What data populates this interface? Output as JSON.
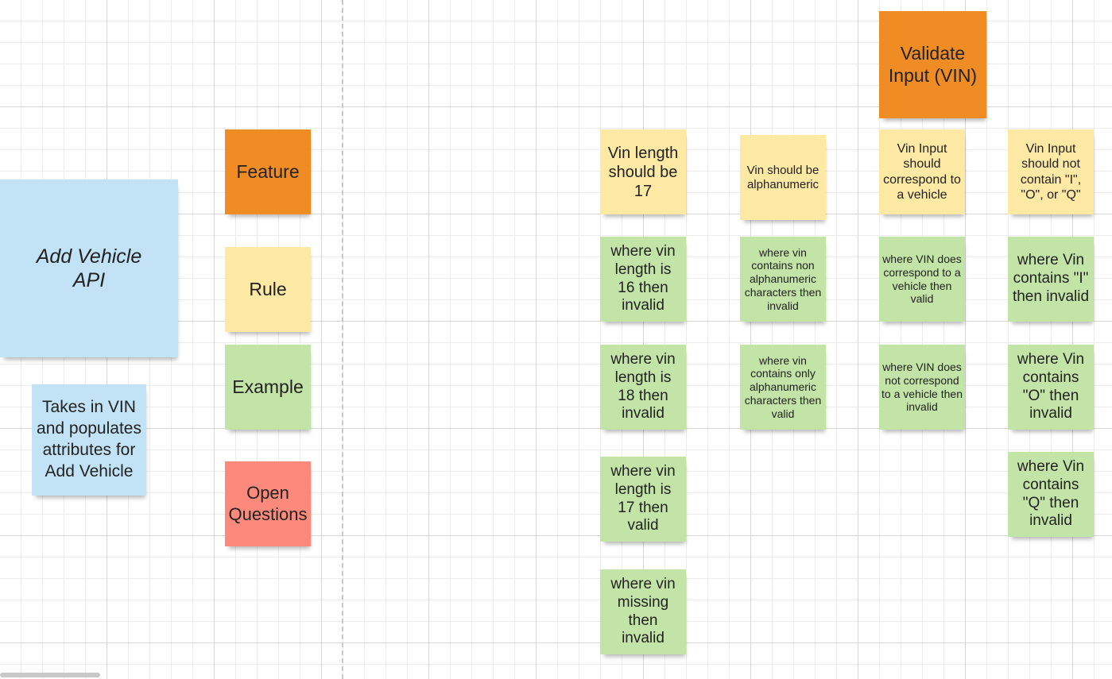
{
  "legend": {
    "feature": "Feature",
    "rule": "Rule",
    "example": "Example",
    "open_questions": "Open Questions"
  },
  "api": {
    "title": "Add Vehicle API",
    "description": "Takes in VIN and populates attributes for Add Vehicle"
  },
  "feature": {
    "title": "Validate Input (VIN)"
  },
  "rules": [
    {
      "label": "Vin length should be 17",
      "examples": [
        "where vin length is 16 then invalid",
        "where vin length is 18 then invalid",
        "where vin length is 17 then valid",
        "where vin missing then invalid"
      ]
    },
    {
      "label": "Vin should be alphanumeric",
      "examples": [
        "where vin contains non alphanumeric characters then invalid",
        "where vin contains only alphanumeric characters then valid"
      ]
    },
    {
      "label": "Vin Input should correspond to a vehicle",
      "examples": [
        "where VIN does correspond to a vehicle then valid",
        "where VIN does not correspond to a vehicle then invalid"
      ]
    },
    {
      "label": "Vin Input should not contain \"I\", \"O\", or \"Q\"",
      "examples": [
        "where Vin contains \"I\" then invalid",
        "where Vin contains \"O\" then invalid",
        "where Vin contains \"Q\" then invalid"
      ]
    }
  ],
  "colors": {
    "feature": "#ef8c24",
    "rule": "#fde9a4",
    "example": "#c3e4a7",
    "open_questions": "#fb8a7c",
    "api": "#c2e3f5"
  }
}
